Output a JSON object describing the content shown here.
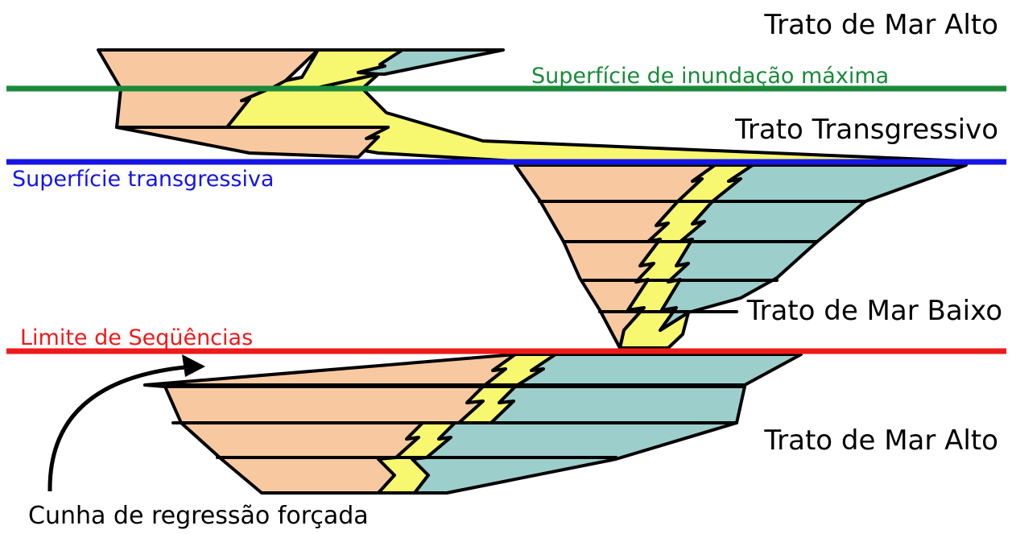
{
  "colors": {
    "continental": "#f8c9a0",
    "coastal": "#f8f870",
    "marine": "#9ccfcc",
    "mfs_line": "#1a8a3a",
    "ts_line": "#1515e6",
    "sb_line": "#ee1a1a"
  },
  "labels": {
    "hst_upper": "Trato de Mar Alto",
    "mfs": "Superfície de inundação máxima",
    "tst": "Trato Transgressivo",
    "ts": "Superfície transgressiva",
    "lst": "Trato de Mar Baixo",
    "sb": "Limite de Seqüências",
    "hst_lower": "Trato de Mar Alto",
    "fsst": "Cunha de regressão forçada"
  }
}
